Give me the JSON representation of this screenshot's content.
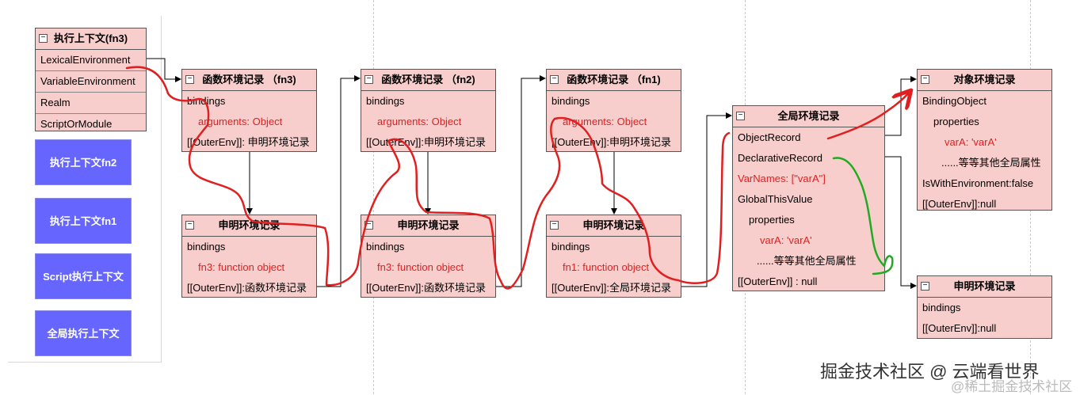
{
  "exec_context_fn3": {
    "title": "执行上下文(fn3)",
    "rows": [
      "LexicalEnvironment",
      "VariableEnvironment",
      "Realm",
      "ScriptOrModule"
    ]
  },
  "stack_items": [
    "执行上下文fn2",
    "执行上下文fn1",
    "Script执行上下文",
    "全局执行上下文"
  ],
  "func_env_fn3": {
    "title": "函数环境记录 （fn3)",
    "bindings": "bindings",
    "arguments": "arguments: Object",
    "outer": "[[OuterEnv]]: 申明环境记录"
  },
  "func_env_fn2": {
    "title": "函数环境记录 （fn2)",
    "bindings": "bindings",
    "arguments": "arguments: Object",
    "outer": "[[OuterEnv]]:申明环境记录"
  },
  "func_env_fn1": {
    "title": "函数环境记录 （fn1)",
    "bindings": "bindings",
    "arguments": "arguments: Object",
    "outer": "[[OuterEnv]]:申明环境记录"
  },
  "decl_env_1": {
    "title": "申明环境记录",
    "bindings": "bindings",
    "fn": "fn3: function object",
    "outer": "[[OuterEnv]]:函数环境记录"
  },
  "decl_env_2": {
    "title": "申明环境记录",
    "bindings": "bindings",
    "fn": "fn3: function object",
    "outer": "[[OuterEnv]]:函数环境记录"
  },
  "decl_env_3": {
    "title": "申明环境记录",
    "bindings": "bindings",
    "fn": "fn1: function object",
    "outer": "[[OuterEnv]]:全局环境记录"
  },
  "global_env": {
    "title": "全局环境记录",
    "object_record": "ObjectRecord",
    "declarative_record": "DeclarativeRecord",
    "var_names": "VarNames: [\"varA\"]",
    "global_this": "GlobalThisValue",
    "properties": "properties",
    "var_a": "varA:  'varA'",
    "others": "......等等其他全局属性",
    "outer": "[[OuterEnv]] :    null"
  },
  "object_env": {
    "title": "对象环境记录",
    "binding_object": "BindingObject",
    "properties": "properties",
    "var_a": "varA:  'varA'",
    "others": "......等等其他全局属性",
    "with_env": "IsWithEnvironment:false",
    "outer": "[[OuterEnv]]:null"
  },
  "decl_env_global": {
    "title": "申明环境记录",
    "bindings": "bindings",
    "outer": "[[OuterEnv]]:null"
  },
  "watermark": {
    "main": "掘金技术社区 @ 云端看世界",
    "sub": "@稀土掘金技术社区"
  },
  "colors": {
    "box_fill": "#f8cecc",
    "stack_blue": "#6666ff",
    "annotation_red": "#e02020",
    "annotation_green": "#22aa22"
  }
}
